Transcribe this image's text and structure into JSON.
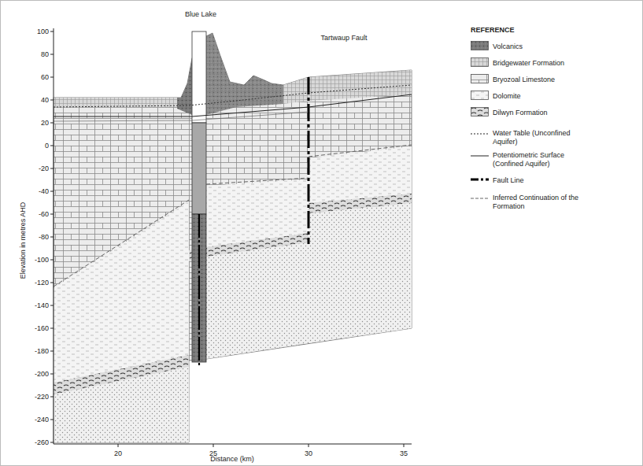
{
  "diagram": {
    "labels": [
      "Blue Lake",
      "Tartwaup Fault",
      "REFERENCE",
      "Elevation in metres AHD",
      "Distance (km)",
      "100",
      "80",
      "60",
      "40",
      "20",
      "0",
      "-20",
      "-40",
      "-60",
      "-80",
      "-100",
      "-120",
      "-140",
      "-160",
      "-180",
      "-200",
      "-220",
      "-240",
      "-260",
      "20",
      "25",
      "30",
      "35"
    ],
    "legend": [
      {
        "text": "Volcanics"
      },
      {
        "text": "Bridgewater Formation"
      },
      {
        "text": "Bryozoal Limestone"
      },
      {
        "text": "Dolomite"
      },
      {
        "text": "Dilwyn Formation"
      },
      {
        "text": "Water Table (Unconfined Aquifer)"
      },
      {
        "text": "Potentiometric Surface (Confined Aquifer)"
      },
      {
        "text": "Fault Line"
      },
      {
        "text": "Inferred Continuation of the Formation"
      }
    ]
  }
}
